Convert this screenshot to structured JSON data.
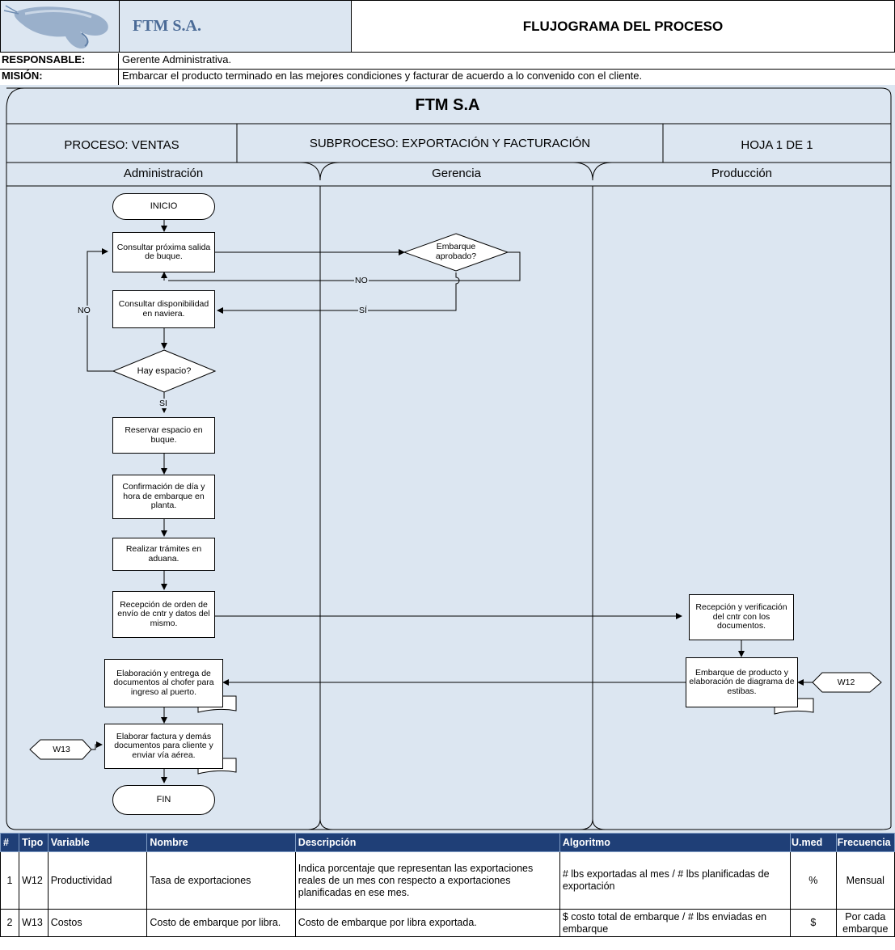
{
  "header": {
    "company": "FTM S.A.",
    "title": "FLUJOGRAMA DEL PROCESO",
    "responsable_label": "RESPONSABLE:",
    "responsable_value": "Gerente Administrativa.",
    "mision_label": "MISIÓN:",
    "mision_value": "Embarcar el producto terminado en las mejores condiciones y facturar de acuerdo a lo convenido con el cliente."
  },
  "flow": {
    "title": "FTM S.A",
    "proceso": "PROCESO: VENTAS",
    "subproceso": "SUBPROCESO: EXPORTACIÓN Y FACTURACIÓN",
    "hoja": "HOJA 1 DE 1",
    "lanes": [
      "Administración",
      "Gerencia",
      "Producción"
    ],
    "nodes": {
      "inicio": "INICIO",
      "consultar_salida": "Consultar próxima salida de buque.",
      "embarque_aprobado": "Embarque aprobado?",
      "consultar_naviera": "Consultar disponibilidad en naviera.",
      "hay_espacio": "Hay espacio?",
      "reservar": "Reservar espacio en buque.",
      "confirmacion": "Confirmación de día y hora de embarque en planta.",
      "tramites": "Realizar trámites en aduana.",
      "recepcion_orden": "Recepción de orden de envío de cntr y datos del mismo.",
      "elaboracion_docs": "Elaboración y entrega de documentos al chofer para ingreso al puerto.",
      "elaborar_factura": "Elaborar factura y demás documentos para cliente y enviar vía aérea.",
      "fin": "FIN",
      "recepcion_verif": "Recepción y verificación del cntr con los documentos.",
      "embarque_producto": "Embarque de producto y elaboración de diagrama de estibas.",
      "w12": "W12",
      "w13": "W13"
    },
    "labels": {
      "no_top": "NO",
      "si_mid": "SÍ",
      "no_left": "NO",
      "si_down": "SI"
    }
  },
  "table": {
    "headers": [
      "#",
      "Tipo",
      "Variable",
      "Nombre",
      "Descripción",
      "Algoritmo",
      "U.med",
      "Frecuencia"
    ],
    "rows": [
      [
        "1",
        "W12",
        "Productividad",
        "Tasa de exportaciones",
        "Indica porcentaje que representan las exportaciones reales de un mes con respecto a exportaciones planificadas en ese mes.",
        "# lbs exportadas al mes / # lbs planificadas de exportación",
        "%",
        "Mensual"
      ],
      [
        "2",
        "W13",
        "Costos",
        "Costo de embarque por libra.",
        "Costo de embarque por libra exportada.",
        "$ costo total de embarque / # lbs enviadas en embarque",
        "$",
        "Por cada embarque"
      ]
    ]
  }
}
